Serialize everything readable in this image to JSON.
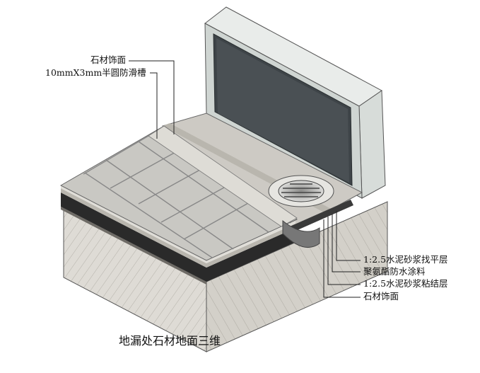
{
  "labels": {
    "top": [
      "石材饰面",
      "10mmX3mm半圆防滑槽"
    ],
    "right": [
      "1:2.5水泥砂浆找平层",
      "聚氨酯防水涂料",
      "1:2.5水泥砂浆粘结层",
      "石材饰面"
    ]
  },
  "caption": "地漏处石材地面三维",
  "colors": {
    "concrete": "#d8d5cf",
    "tile": "#c7c6c1",
    "glass_dark": "#3e4448",
    "waterproof": "#2a2a2a",
    "mortar": "#b9b6ae"
  }
}
